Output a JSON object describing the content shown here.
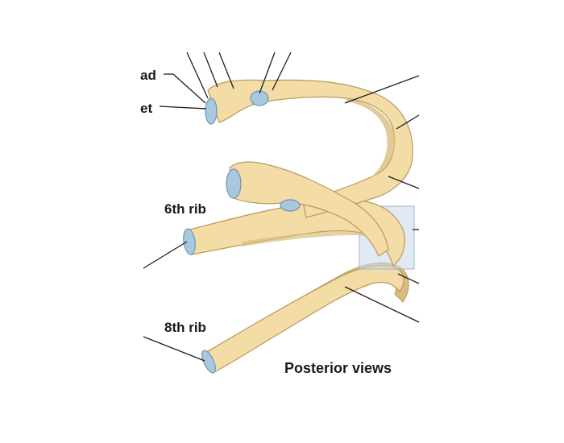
{
  "labels": {
    "head_partial": "ad",
    "facet_partial": "et",
    "rib6": "6th rib",
    "rib8": "8th rib",
    "view": "Posterior views"
  },
  "colors": {
    "bone": "#f3dca6",
    "bone_shade": "#d8bd7e",
    "bone_outline": "#b89a5a",
    "cartilage": "#a9c8de",
    "cartilage_outline": "#6f95b4",
    "highlight_box": "#c9d8ea",
    "leader": "#1e1e1e",
    "text": "#1a1a1a"
  }
}
